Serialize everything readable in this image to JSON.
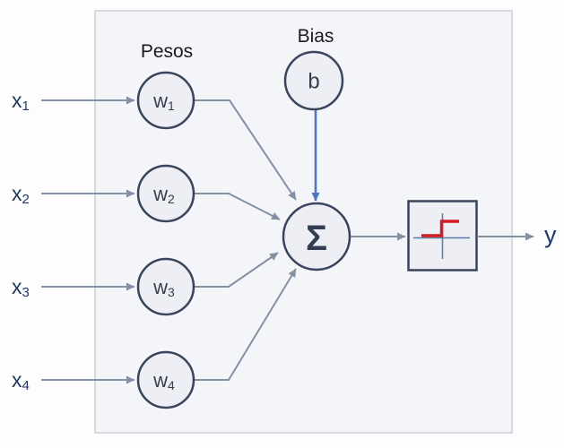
{
  "diagram": {
    "weights_title": "Pesos",
    "bias_title": "Bias",
    "output_label": "y",
    "bias_node": {
      "label": "b"
    },
    "sum_node": {
      "label": "Σ"
    },
    "activation_node": {
      "icon": "step-function"
    },
    "inputs": [
      {
        "base": "x",
        "sub": "1"
      },
      {
        "base": "x",
        "sub": "2"
      },
      {
        "base": "x",
        "sub": "3"
      },
      {
        "base": "x",
        "sub": "4"
      }
    ],
    "weights": [
      {
        "base": "w",
        "sub": "1"
      },
      {
        "base": "w",
        "sub": "2"
      },
      {
        "base": "w",
        "sub": "3"
      },
      {
        "base": "w",
        "sub": "4"
      }
    ]
  },
  "colors": {
    "page_bg": "#fdfdfe",
    "panel_fill": "#f3f5f9",
    "panel_border": "#d5d9e0",
    "node_fill": "#edeff4",
    "node_border": "#39455c",
    "node_text": "#333f50",
    "arrow": "#8391a5",
    "bias_arrow": "#4a74c4",
    "io_text": "#1f3864",
    "title_text": "#1a1a1a",
    "step_red": "#d41c24",
    "axis_blue": "#5a7aa8"
  }
}
